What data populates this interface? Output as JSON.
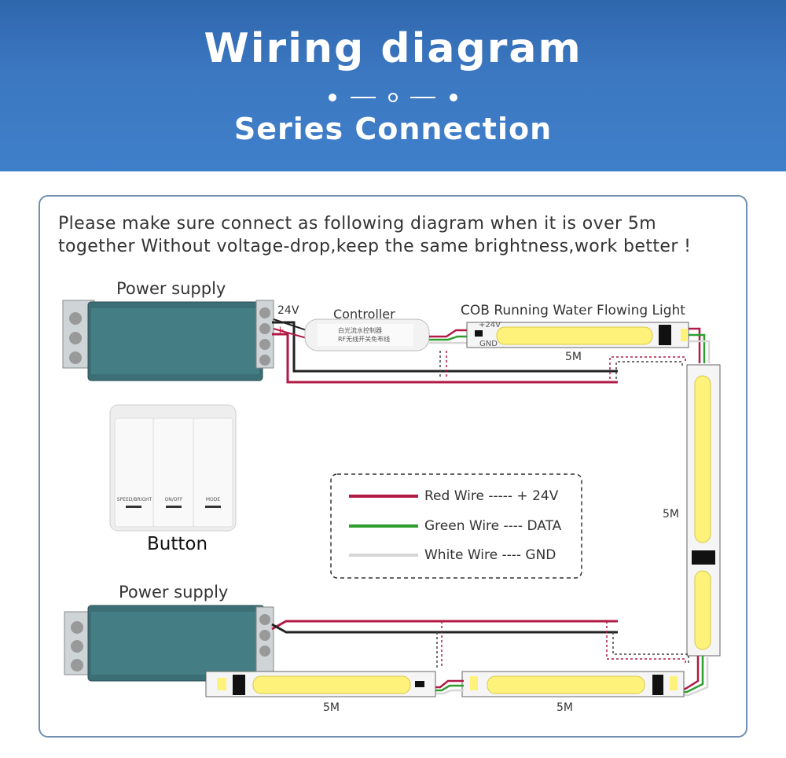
{
  "header": {
    "title": "Wiring diagram",
    "subtitle": "Series Connection",
    "background": "#3c78c2"
  },
  "note": {
    "line1": "Please make sure connect as following diagram when it is over 5m",
    "line2": "together Without voltage-drop,keep the same brightness,work better !"
  },
  "diagram": {
    "power_supply_top": "Power supply",
    "power_supply_bottom": "Power supply",
    "voltage": "24V",
    "minus": "-",
    "plus": "+",
    "controller": "Controller",
    "controller_cn_line1": "白光流水控制器",
    "controller_cn_line2": "RF无线开关免布线",
    "cob_title": "COB Running Water Flowing Light",
    "pin_24v": "+24V",
    "pin_gnd": "GND",
    "segment_length": "5M",
    "button": "Button",
    "button_labels": [
      "SPEED/BRIGHT",
      "ON/OFF",
      "MODE"
    ]
  },
  "legend": {
    "items": [
      {
        "label": "Red Wire ----- + 24V",
        "color": "#b01a45"
      },
      {
        "label": "Green Wire ---- DATA",
        "color": "#2e9e2e"
      },
      {
        "label": "White Wire ---- GND",
        "color": "#d6d6d6"
      }
    ]
  },
  "colors": {
    "red_wire": "#b01a45",
    "green_wire": "#2e9e2e",
    "white_wire": "#d6d6d6",
    "black_wire": "#222222",
    "led_yellow": "#fff27a",
    "power_supply": "#3b6f75"
  }
}
